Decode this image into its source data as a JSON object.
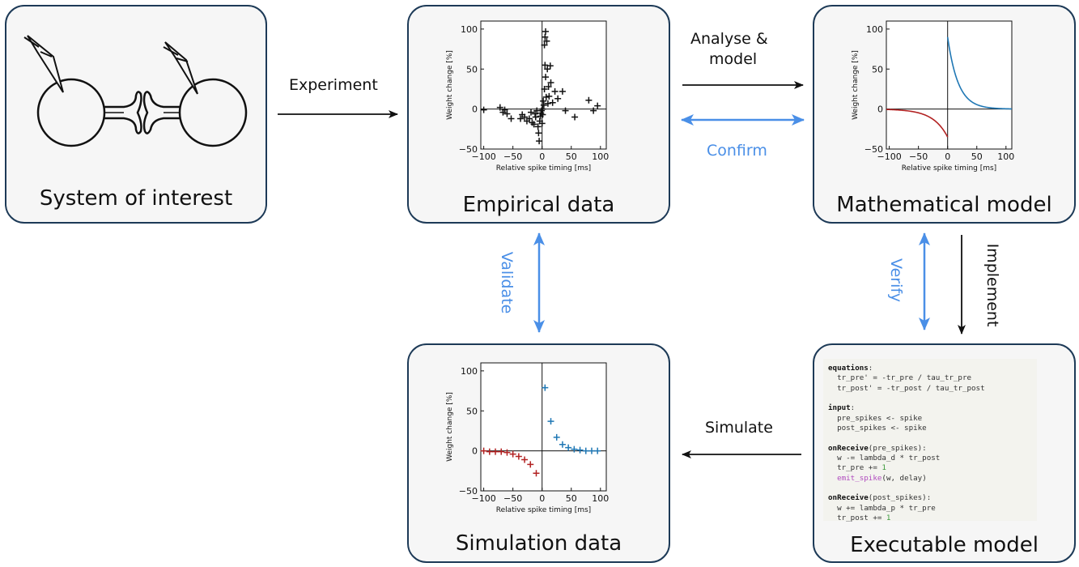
{
  "panels": {
    "system": "System of interest",
    "empirical": "Empirical data",
    "mathematical": "Mathematical model",
    "simulation": "Simulation data",
    "executable": "Executable model"
  },
  "arrows": {
    "experiment": "Experiment",
    "analyse_line1": "Analyse &",
    "analyse_line2": "model",
    "confirm": "Confirm",
    "implement": "Implement",
    "verify": "Verify",
    "validate": "Validate",
    "simulate": "Simulate"
  },
  "colors": {
    "black": "#111111",
    "blue_arrow": "#4a8fe7",
    "ltp_blue": "#1f77b4",
    "ltd_red": "#b22222",
    "panel_border": "#1d3a57"
  },
  "axes_labels": {
    "xlabel": "Relative spike timing [ms]",
    "ylabel": "Weight change [%]",
    "xticks": [
      "−100",
      "−50",
      "0",
      "50",
      "100"
    ],
    "yticks": [
      "100",
      "50",
      "0",
      "−50"
    ]
  },
  "chart_data": [
    {
      "type": "scatter",
      "panel": "empirical",
      "xlabel": "Relative spike timing [ms]",
      "ylabel": "Weight change [%]",
      "xlim": [
        -105,
        110
      ],
      "ylim": [
        -50,
        110
      ],
      "series": [
        {
          "color": "#111111",
          "points": [
            [
              -100,
              -1
            ],
            [
              -72,
              2
            ],
            [
              -67,
              -4
            ],
            [
              -64,
              -1
            ],
            [
              -60,
              -6
            ],
            [
              -53,
              -12
            ],
            [
              -37,
              -12
            ],
            [
              -34,
              -7
            ],
            [
              -30,
              -10
            ],
            [
              -26,
              -15
            ],
            [
              -22,
              -12
            ],
            [
              -19,
              -4
            ],
            [
              -17,
              -17
            ],
            [
              -14,
              -19
            ],
            [
              -12,
              -6
            ],
            [
              -11,
              -10
            ],
            [
              -9,
              -2
            ],
            [
              -7,
              -22
            ],
            [
              -6,
              -30
            ],
            [
              -5,
              -40
            ],
            [
              -4,
              -15
            ],
            [
              -3,
              -9
            ],
            [
              -2,
              -5
            ],
            [
              -1,
              -2
            ],
            [
              0,
              -18
            ],
            [
              1,
              -7
            ],
            [
              1,
              0
            ],
            [
              2,
              10
            ],
            [
              3,
              5
            ],
            [
              4,
              80
            ],
            [
              4,
              25
            ],
            [
              5,
              90
            ],
            [
              5,
              55
            ],
            [
              6,
              97
            ],
            [
              6,
              40
            ],
            [
              7,
              15
            ],
            [
              8,
              85
            ],
            [
              9,
              50
            ],
            [
              10,
              7
            ],
            [
              11,
              28
            ],
            [
              12,
              16
            ],
            [
              14,
              54
            ],
            [
              15,
              33
            ],
            [
              18,
              8
            ],
            [
              22,
              22
            ],
            [
              27,
              13
            ],
            [
              35,
              22
            ],
            [
              40,
              -2
            ],
            [
              56,
              -10
            ],
            [
              80,
              11
            ],
            [
              88,
              -2
            ],
            [
              95,
              4
            ]
          ]
        }
      ]
    },
    {
      "type": "line",
      "panel": "mathematical",
      "xlabel": "Relative spike timing [ms]",
      "ylabel": "Weight change [%]",
      "xlim": [
        -105,
        110
      ],
      "ylim": [
        -50,
        110
      ],
      "series": [
        {
          "color": "#1f77b4",
          "function": "90*exp(-x/18)",
          "x_range": [
            0,
            110
          ]
        },
        {
          "color": "#b22222",
          "function": "-35*exp(x/25)",
          "x_range": [
            -105,
            0
          ]
        }
      ]
    },
    {
      "type": "scatter",
      "panel": "simulation",
      "xlabel": "Relative spike timing [ms]",
      "ylabel": "Weight change [%]",
      "xlim": [
        -105,
        110
      ],
      "ylim": [
        -50,
        110
      ],
      "series": [
        {
          "color": "#b22222",
          "points": [
            [
              -100,
              0
            ],
            [
              -90,
              -1
            ],
            [
              -80,
              -1
            ],
            [
              -70,
              -1
            ],
            [
              -60,
              -2
            ],
            [
              -50,
              -4
            ],
            [
              -40,
              -7
            ],
            [
              -30,
              -11
            ],
            [
              -20,
              -17
            ],
            [
              -10,
              -28
            ]
          ]
        },
        {
          "color": "#1f77b4",
          "points": [
            [
              5,
              79
            ],
            [
              15,
              37
            ],
            [
              25,
              17
            ],
            [
              35,
              8
            ],
            [
              45,
              4
            ],
            [
              55,
              2
            ],
            [
              65,
              1
            ],
            [
              75,
              0
            ],
            [
              85,
              0
            ],
            [
              95,
              0
            ]
          ]
        }
      ]
    }
  ],
  "code": [
    [
      {
        "t": "equations",
        "c": "kw"
      },
      {
        "t": ":"
      }
    ],
    [
      {
        "t": "  tr_pre' = -tr_pre / tau_tr_pre"
      }
    ],
    [
      {
        "t": "  tr_post' = -tr_post / tau_tr_post"
      }
    ],
    [
      {
        "t": ""
      }
    ],
    [
      {
        "t": "input",
        "c": "kw"
      },
      {
        "t": ":"
      }
    ],
    [
      {
        "t": "  pre_spikes <- spike"
      }
    ],
    [
      {
        "t": "  post_spikes <- spike"
      }
    ],
    [
      {
        "t": ""
      }
    ],
    [
      {
        "t": "onReceive",
        "c": "kw"
      },
      {
        "t": "(pre_spikes):"
      }
    ],
    [
      {
        "t": "  w -= lambda_d * tr_post"
      }
    ],
    [
      {
        "t": "  tr_pre += "
      },
      {
        "t": "1",
        "c": "num"
      }
    ],
    [
      {
        "t": "  "
      },
      {
        "t": "emit_spike",
        "c": "fn"
      },
      {
        "t": "(w, delay)"
      }
    ],
    [
      {
        "t": ""
      }
    ],
    [
      {
        "t": "onReceive",
        "c": "kw"
      },
      {
        "t": "(post_spikes):"
      }
    ],
    [
      {
        "t": "  w += lambda_p * tr_pre"
      }
    ],
    [
      {
        "t": "  tr_post += "
      },
      {
        "t": "1",
        "c": "num"
      }
    ]
  ]
}
